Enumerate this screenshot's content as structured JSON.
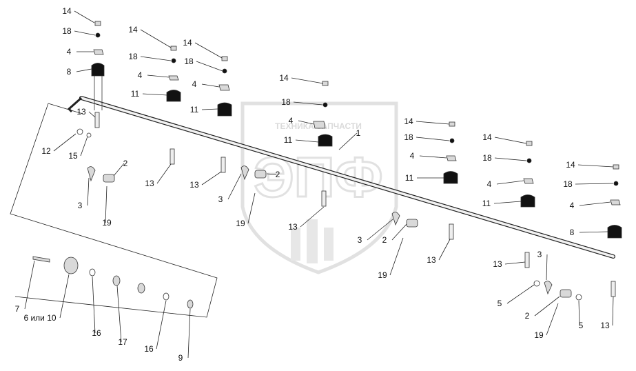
{
  "watermark": {
    "text": "ТЕХНИКА   ЗАПЧАСТИ",
    "logo_text": "ЭПФ",
    "color": "#c9c9c9"
  },
  "colors": {
    "line": "#222222",
    "part_fill": "#d9d9d9",
    "part_dark": "#111111"
  },
  "callouts": [
    {
      "text": "14"
    },
    {
      "text": "18"
    },
    {
      "text": "4"
    },
    {
      "text": "8"
    },
    {
      "text": "13"
    },
    {
      "text": "12"
    },
    {
      "text": "15"
    },
    {
      "text": "2"
    },
    {
      "text": "3"
    },
    {
      "text": "19"
    },
    {
      "text": "14"
    },
    {
      "text": "18"
    },
    {
      "text": "4"
    },
    {
      "text": "11"
    },
    {
      "text": "13"
    },
    {
      "text": "14"
    },
    {
      "text": "18"
    },
    {
      "text": "4"
    },
    {
      "text": "11"
    },
    {
      "text": "13"
    },
    {
      "text": "2"
    },
    {
      "text": "3"
    },
    {
      "text": "19"
    },
    {
      "text": "14"
    },
    {
      "text": "18"
    },
    {
      "text": "4"
    },
    {
      "text": "11"
    },
    {
      "text": "1"
    },
    {
      "text": "13"
    },
    {
      "text": "3"
    },
    {
      "text": "2"
    },
    {
      "text": "19"
    },
    {
      "text": "14"
    },
    {
      "text": "18"
    },
    {
      "text": "4"
    },
    {
      "text": "11"
    },
    {
      "text": "13"
    },
    {
      "text": "14"
    },
    {
      "text": "18"
    },
    {
      "text": "4"
    },
    {
      "text": "11"
    },
    {
      "text": "13"
    },
    {
      "text": "3"
    },
    {
      "text": "5"
    },
    {
      "text": "2"
    },
    {
      "text": "19"
    },
    {
      "text": "5"
    },
    {
      "text": "14"
    },
    {
      "text": "18"
    },
    {
      "text": "4"
    },
    {
      "text": "8"
    },
    {
      "text": "13"
    },
    {
      "text": "7"
    },
    {
      "text": "6 или 10"
    },
    {
      "text": "16"
    },
    {
      "text": "17"
    },
    {
      "text": "16"
    },
    {
      "text": "9"
    }
  ]
}
